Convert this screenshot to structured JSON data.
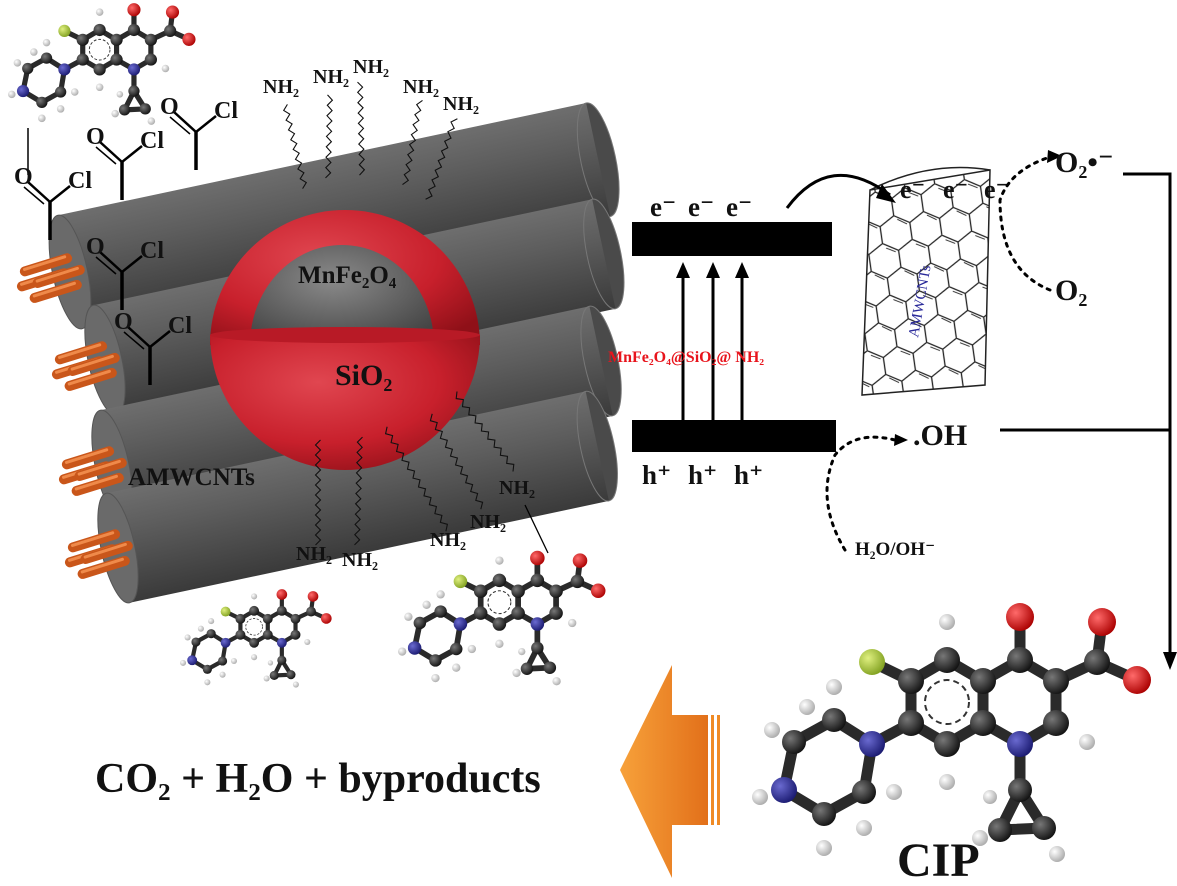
{
  "labels": {
    "core": "MnFe₂O₄",
    "shell": "SiO₂",
    "nanotubes": "AMWCNTs",
    "acyl_o": "O",
    "acyl_cl": "Cl",
    "amine": "NH₂",
    "electron": "e⁻",
    "hole": "h⁺",
    "catalyst": "MnFe₂O₄@SiO₂@ NH₂",
    "nanotube_tag": "AMWCNTs",
    "superoxide": "O₂•⁻",
    "oxygen": "O₂",
    "hydroxyl": ".OH",
    "water": "H₂O/OH⁻",
    "products": "CO₂ + H₂O + byproducts",
    "pollutant": "CIP"
  },
  "colors": {
    "shell_red": "#c8202c",
    "core_gray": "#5c5c5c",
    "tube_gray": "#555555",
    "rod_orange": "#d9621c",
    "arrow_orange": "#f08a24",
    "catalyst_label": "#e8141c",
    "nanotube_tag": "#2a2a9a",
    "carbon": "#222222",
    "oxygen_atom": "#d10f0f",
    "nitrogen_atom": "#2a2a8c",
    "fluorine_atom": "#a8c832",
    "hydrogen_atom": "#f2f2f2"
  }
}
